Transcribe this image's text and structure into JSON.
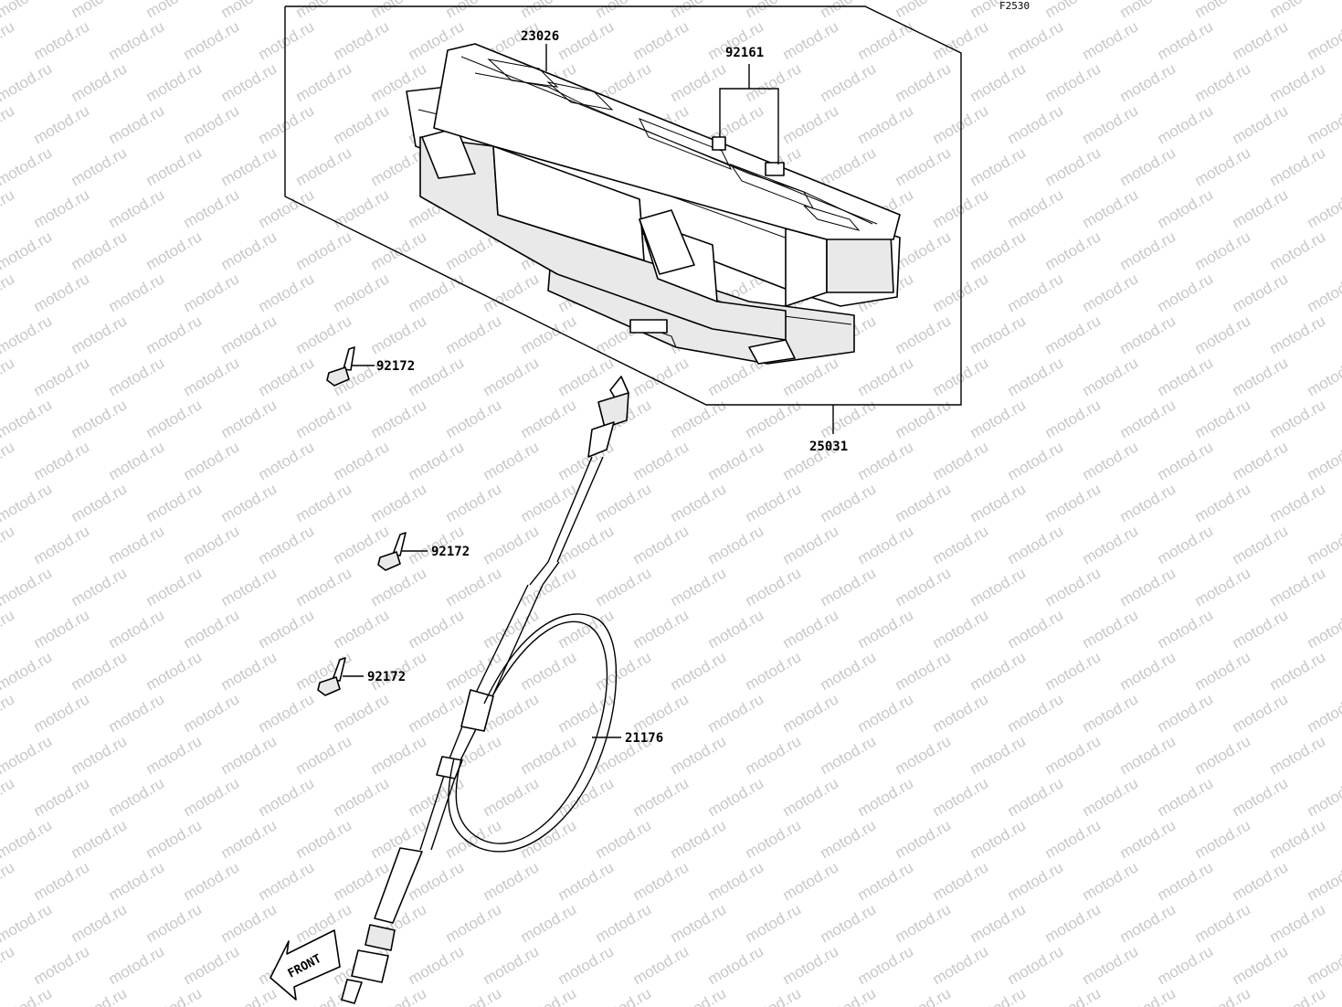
{
  "diagram_code": "F2530",
  "watermark": "motod.ru",
  "front_arrow_label": "FRONT",
  "callouts": {
    "meter_cover": "23026",
    "meter_screws_top": "92161",
    "meter_assembly": "25031",
    "screw_1": "92172",
    "screw_2": "92172",
    "screw_3": "92172",
    "speedometer_cable": "21176"
  }
}
